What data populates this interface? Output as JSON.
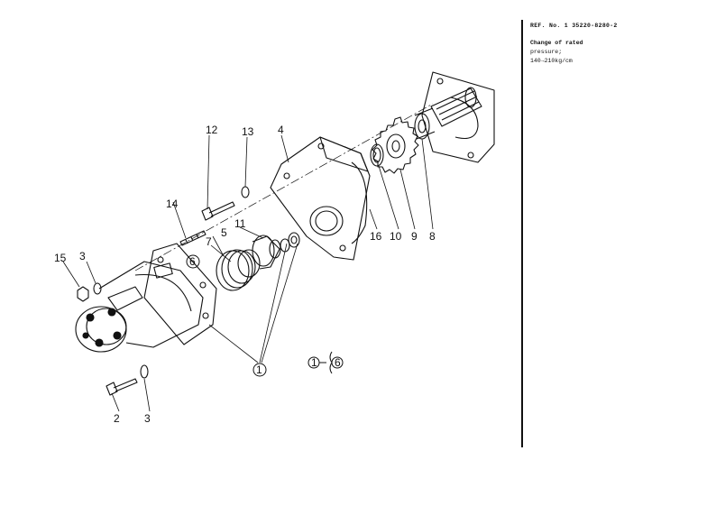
{
  "notes": {
    "ref_label": "REF. No. 1",
    "ref_number": "35220-8280-2",
    "change_line1": "Change of rated",
    "change_line2": "pressure;",
    "change_line3": "140→210kg/cm"
  },
  "part_labels": {
    "p2": "2",
    "p3a": "3",
    "p3b": "3",
    "p4": "4",
    "p5": "5",
    "p7": "7",
    "p8": "8",
    "p9": "9",
    "p10": "10",
    "p11": "11",
    "p12": "12",
    "p13": "13",
    "p14": "14",
    "p15": "15",
    "p16": "16"
  },
  "circled_labels": {
    "c1": "1",
    "c6": "6",
    "legend_from": "1",
    "legend_to": "6"
  }
}
